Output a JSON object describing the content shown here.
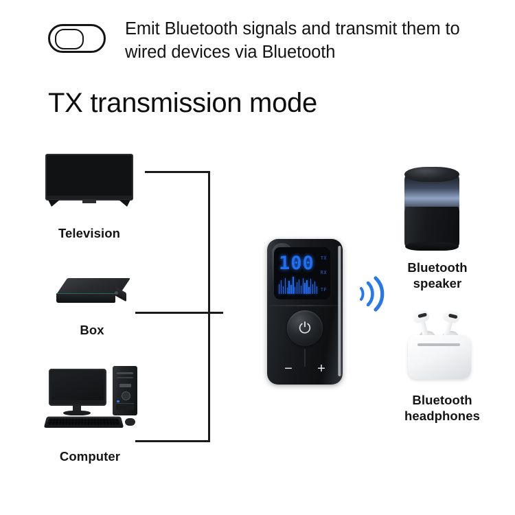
{
  "header": {
    "toggle_icon": "toggle-switch-icon",
    "description": "Emit Bluetooth signals and transmit them to wired devices via Bluetooth"
  },
  "page_title": "TX transmission mode",
  "sources": [
    {
      "id": "television",
      "label": "Television",
      "icon": "television-icon"
    },
    {
      "id": "box",
      "label": "Box",
      "icon": "set-top-box-icon"
    },
    {
      "id": "computer",
      "label": "Computer",
      "icon": "desktop-computer-icon"
    }
  ],
  "device": {
    "name": "bluetooth-transmitter",
    "display_value": "100",
    "mode_labels": {
      "tx": "TX",
      "rx": "RX",
      "tf": "TF"
    },
    "equalizer_levels": [
      55,
      78,
      42,
      88,
      34,
      72,
      50,
      95,
      40,
      66,
      82,
      48,
      90,
      60,
      76,
      38,
      84,
      52,
      70,
      44
    ],
    "power_icon": "power-icon",
    "volume_down": "−",
    "volume_up": "+",
    "lcd_color": "#1f6ff5"
  },
  "signal": {
    "icon": "bluetooth-signal-waves-icon",
    "color": "#2878e8"
  },
  "targets": [
    {
      "id": "bt-speaker",
      "label": "Bluetooth\nspeaker",
      "label_line1": "Bluetooth",
      "label_line2": "speaker",
      "icon": "bluetooth-speaker-icon"
    },
    {
      "id": "bt-headphones",
      "label": "Bluetooth\nheadphones",
      "label_line1": "Bluetooth",
      "label_line2": "headphones",
      "icon": "bluetooth-earbuds-icon"
    }
  ],
  "colors": {
    "background": "#ffffff",
    "text": "#141414",
    "line": "#1b1b1b",
    "accent_blue": "#2878e8"
  }
}
